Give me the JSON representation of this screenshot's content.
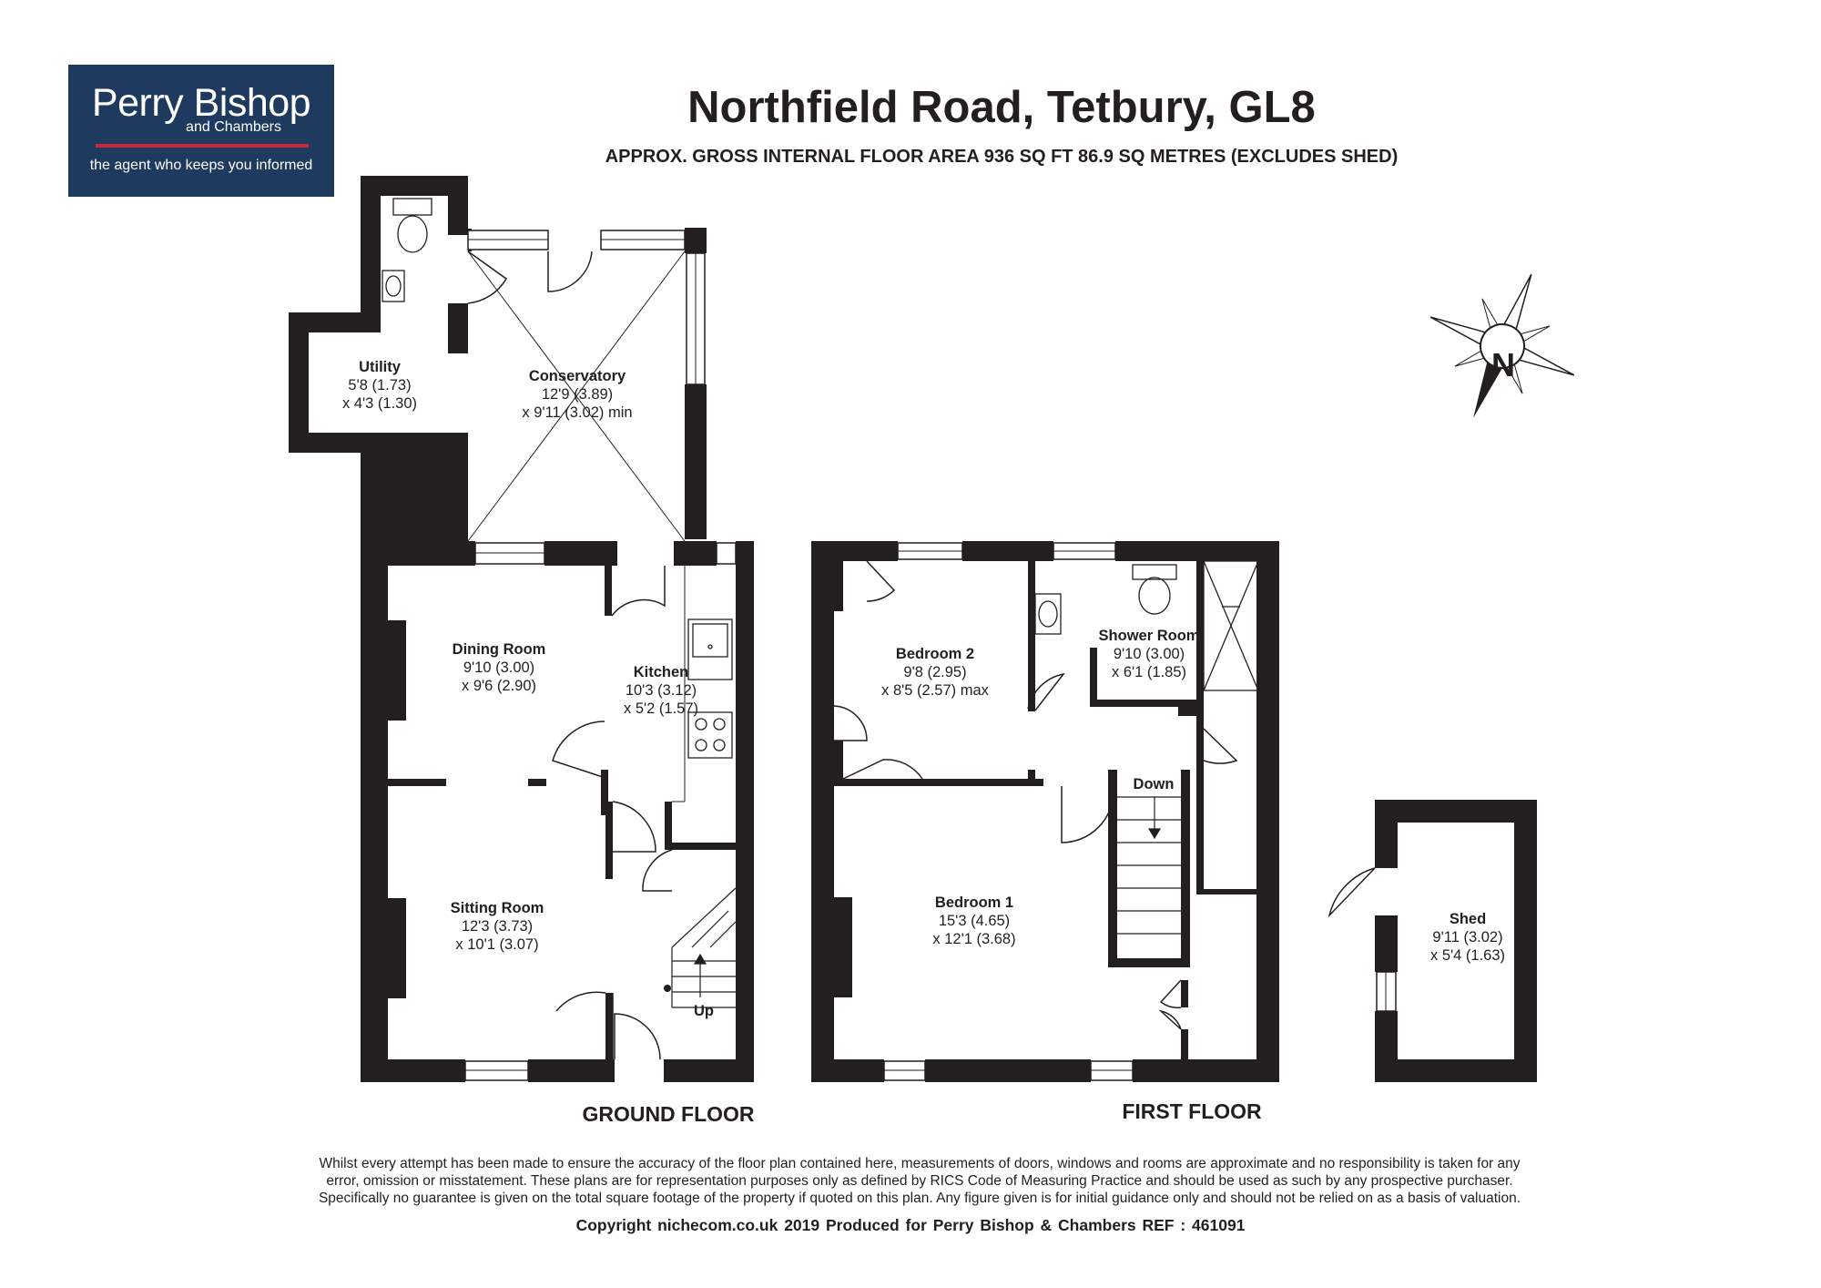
{
  "brand": {
    "name": "Perry Bishop",
    "sub": "and Chambers",
    "tagline": "the agent who keeps you informed"
  },
  "header": {
    "title": "Northfield Road, Tetbury, GL8",
    "subtitle": "APPROX. GROSS INTERNAL FLOOR AREA 936 SQ FT 86.9 SQ METRES (EXCLUDES SHED)"
  },
  "compass": {
    "label": "N"
  },
  "floors": {
    "ground": "GROUND FLOOR",
    "first": "FIRST FLOOR"
  },
  "rooms": {
    "utility": {
      "name": "Utility",
      "dim1": "5'8 (1.73)",
      "dim2": "x 4'3 (1.30)"
    },
    "conservatory": {
      "name": "Conservatory",
      "dim1": "12'9 (3.89)",
      "dim2": "x 9'11 (3.02) min"
    },
    "dining": {
      "name": "Dining Room",
      "dim1": "9'10 (3.00)",
      "dim2": "x 9'6 (2.90)"
    },
    "kitchen": {
      "name": "Kitchen",
      "dim1": "10'3 (3.12)",
      "dim2": "x 5'2 (1.57)"
    },
    "sitting": {
      "name": "Sitting Room",
      "dim1": "12'3 (3.73)",
      "dim2": "x 10'1 (3.07)"
    },
    "bedroom2": {
      "name": "Bedroom 2",
      "dim1": "9'8 (2.95)",
      "dim2": "x 8'5 (2.57) max"
    },
    "shower": {
      "name": "Shower Room",
      "dim1": "9'10 (3.00)",
      "dim2": "x 6'1 (1.85)"
    },
    "bedroom1": {
      "name": "Bedroom 1",
      "dim1": "15'3 (4.65)",
      "dim2": "x 12'1 (3.68)"
    },
    "shed": {
      "name": "Shed",
      "dim1": "9'11 (3.02)",
      "dim2": "x 5'4 (1.63)"
    }
  },
  "stairs": {
    "up": "Up",
    "down": "Down"
  },
  "disclaimer": [
    "Whilst every attempt has been made to ensure the accuracy of the floor plan contained here, measurements of doors, windows and rooms are approximate and no responsibility is taken for any",
    "error, omission or misstatement. These plans are for representation purposes only as defined by RICS Code of Measuring Practice and should be used as such by any prospective purchaser.",
    "Specifically no guarantee is given on the total square footage of the property if quoted on this plan. Any figure given is for initial guidance only and should not be relied on as a basis of valuation."
  ],
  "footer": "Copyright nichecom.co.uk 2019    Produced for Perry Bishop & Chambers    REF :  461091",
  "colors": {
    "brand_navy": "#1f3a5f",
    "brand_red": "#c8283c",
    "wall": "#231f20"
  }
}
